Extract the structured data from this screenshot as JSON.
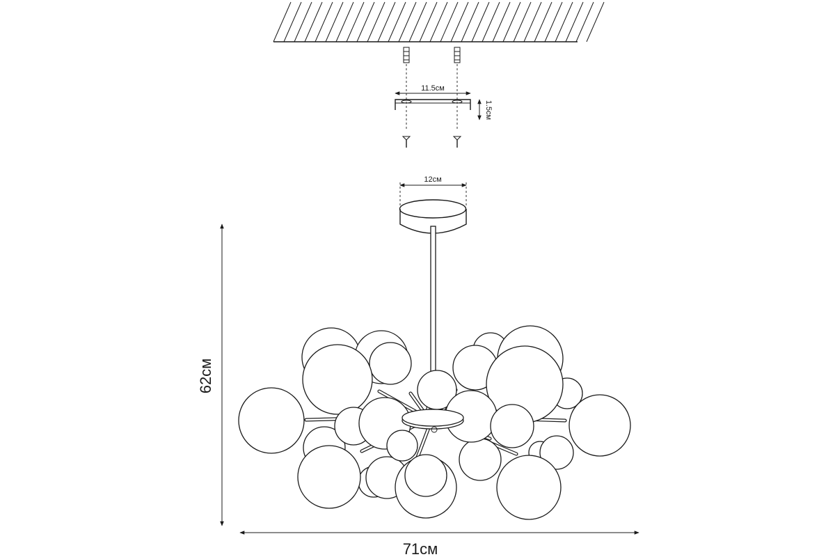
{
  "diagram": {
    "dimensions": {
      "bracket_width": "11.5см",
      "bracket_height": "1.5см",
      "canopy_diameter": "12см",
      "total_height": "62см",
      "total_width": "71см"
    },
    "stroke_color": "#1a1a1a",
    "background_color": "#ffffff"
  }
}
